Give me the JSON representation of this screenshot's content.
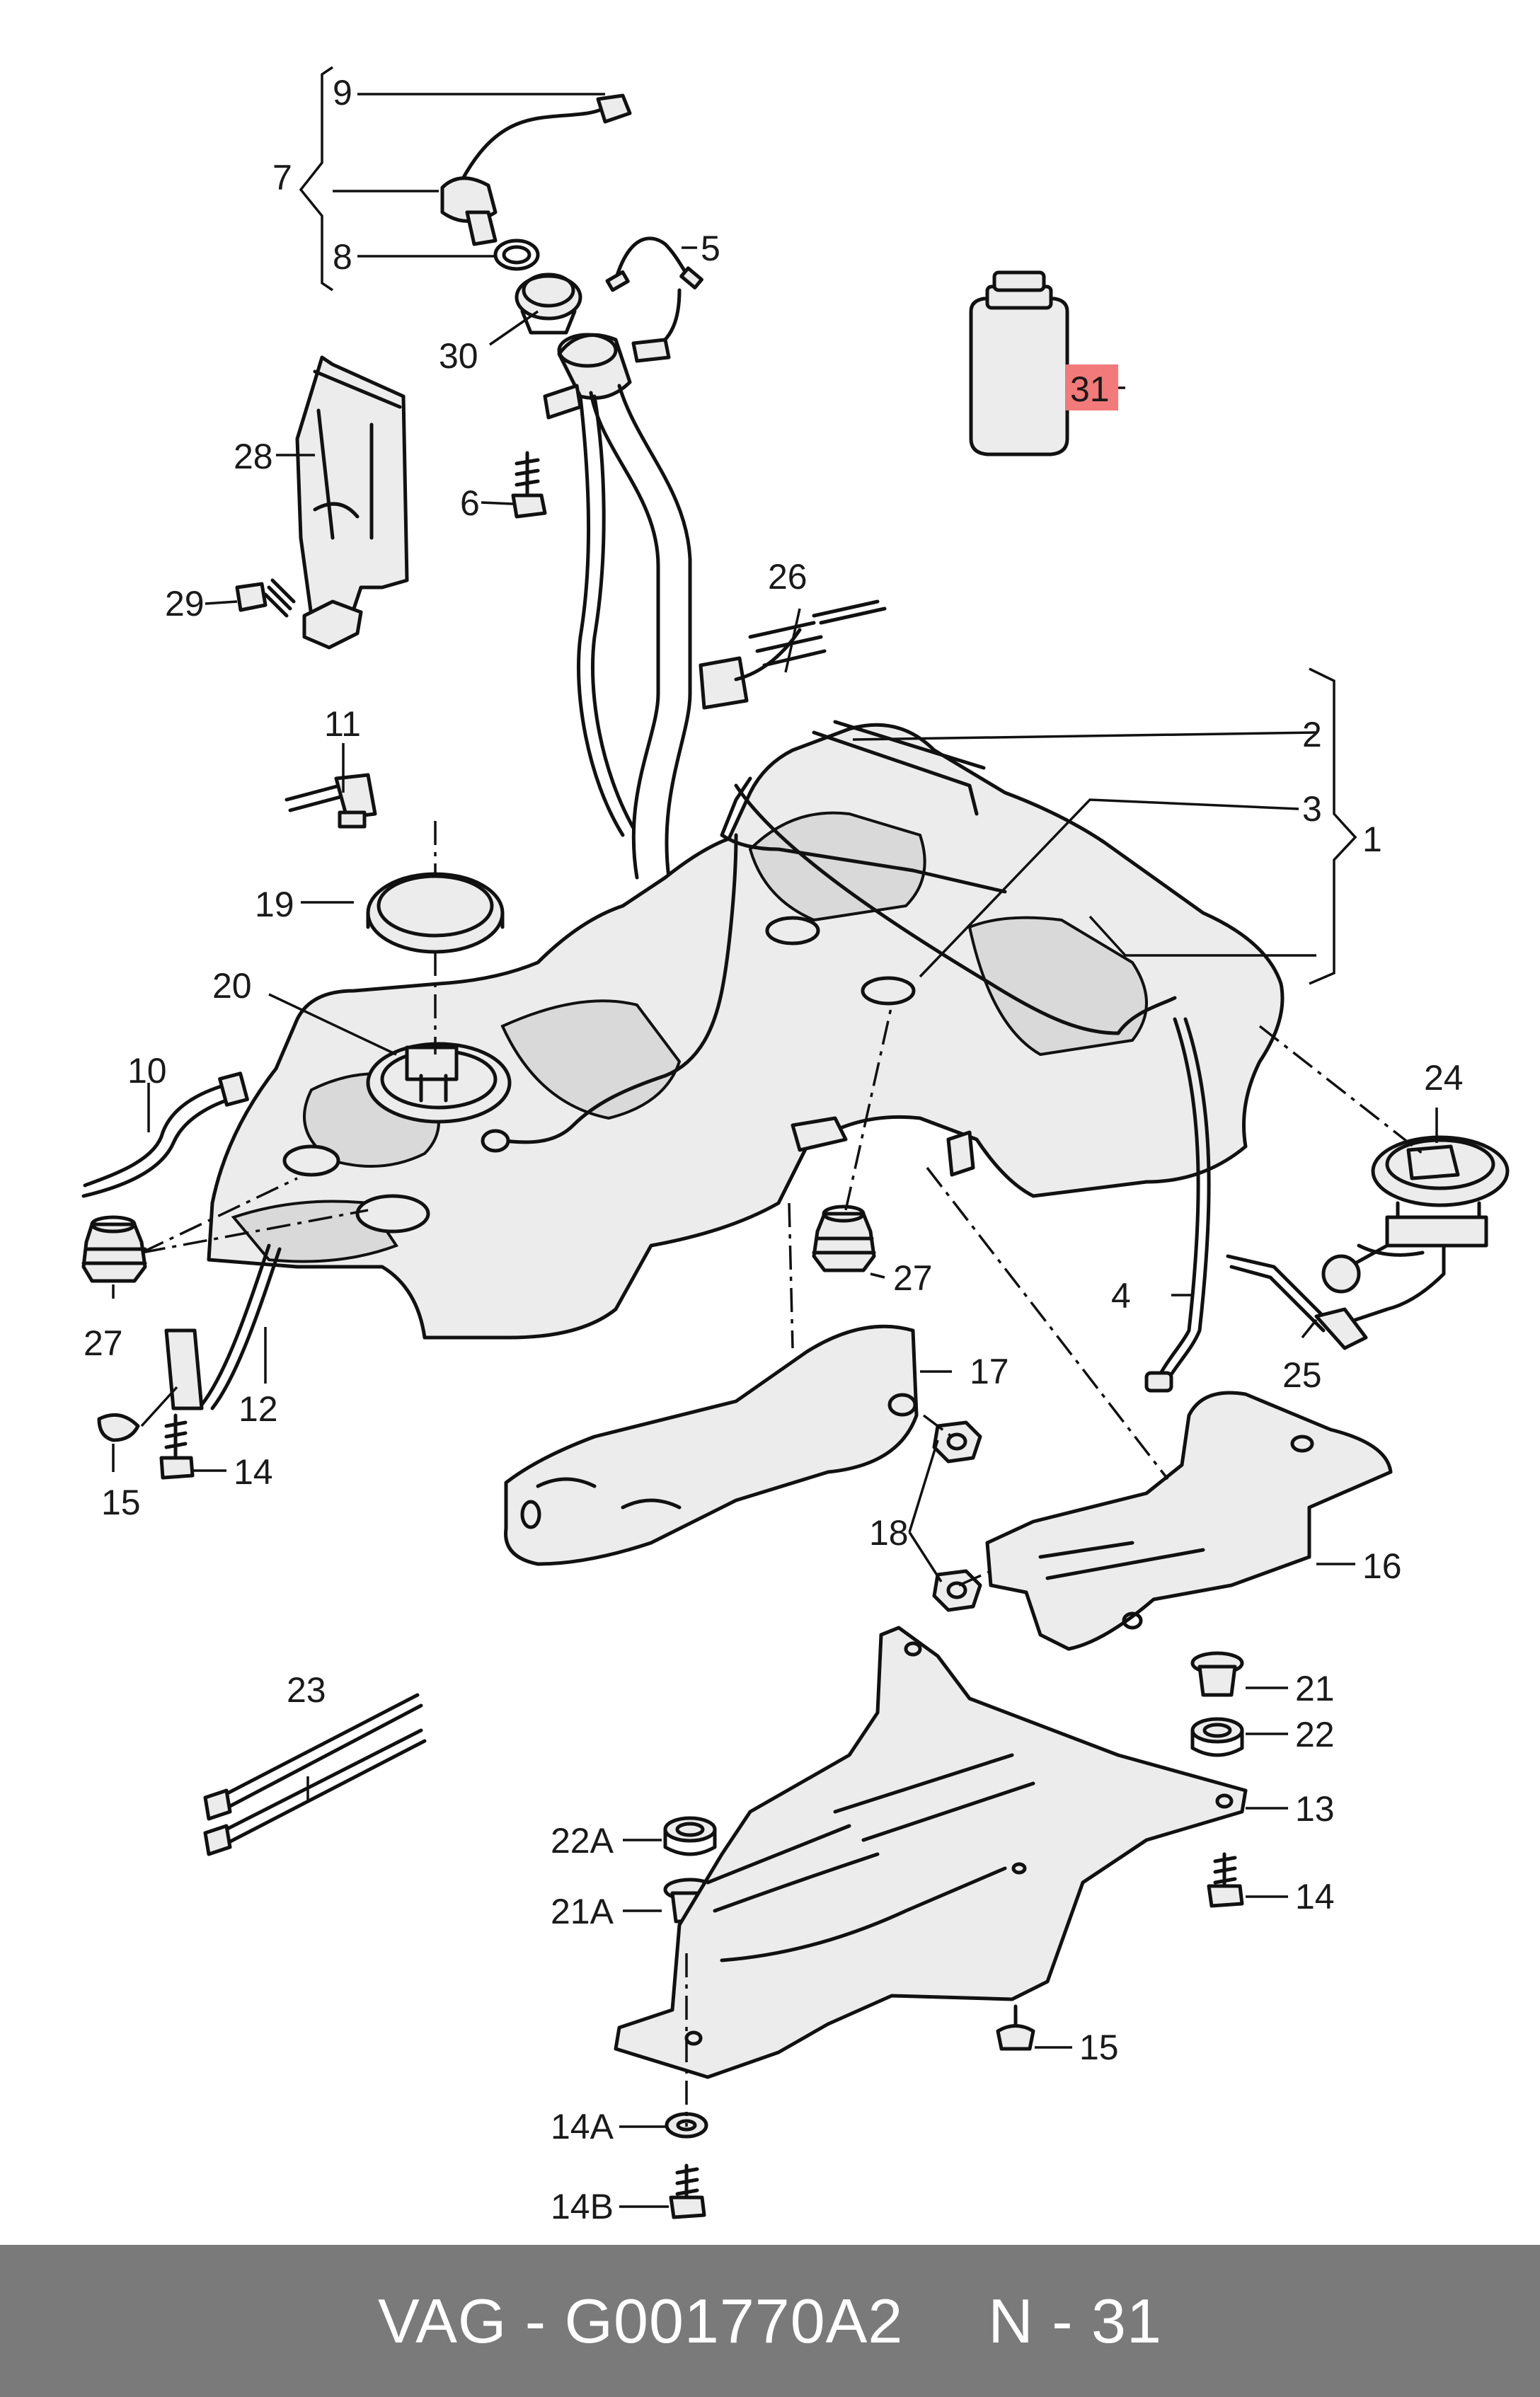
{
  "diagram": {
    "labels": {
      "l1": "1",
      "l2": "2",
      "l3": "3",
      "l4": "4",
      "l5": "5",
      "l6": "6",
      "l7": "7",
      "l8": "8",
      "l9": "9",
      "l10": "10",
      "l11": "11",
      "l12": "12",
      "l13": "13",
      "l14a": "14",
      "l14b": "14",
      "l14A": "14A",
      "l14B": "14B",
      "l15a": "15",
      "l15b": "15",
      "l16": "16",
      "l17": "17",
      "l18": "18",
      "l19": "19",
      "l20": "20",
      "l21": "21",
      "l21A": "21A",
      "l22": "22",
      "l22A": "22A",
      "l23": "23",
      "l24": "24",
      "l25": "25",
      "l26": "26",
      "l27a": "27",
      "l27b": "27",
      "l28": "28",
      "l29": "29",
      "l30": "30",
      "l31": "31"
    },
    "highlight_color": "#f27a7a"
  },
  "footer": {
    "code": "VAG - G001770A2",
    "page": "N - 31"
  }
}
